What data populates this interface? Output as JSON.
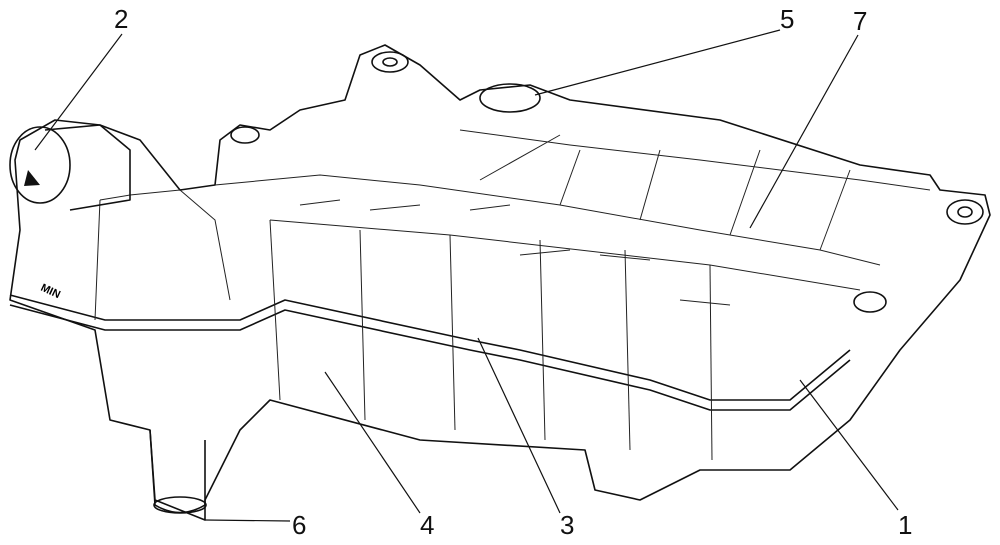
{
  "figure": {
    "embossed_text": "MIN",
    "labels": [
      {
        "id": "1",
        "text": "1"
      },
      {
        "id": "2",
        "text": "2"
      },
      {
        "id": "3",
        "text": "3"
      },
      {
        "id": "4",
        "text": "4"
      },
      {
        "id": "5",
        "text": "5"
      },
      {
        "id": "6",
        "text": "6"
      },
      {
        "id": "7",
        "text": "7"
      }
    ]
  }
}
